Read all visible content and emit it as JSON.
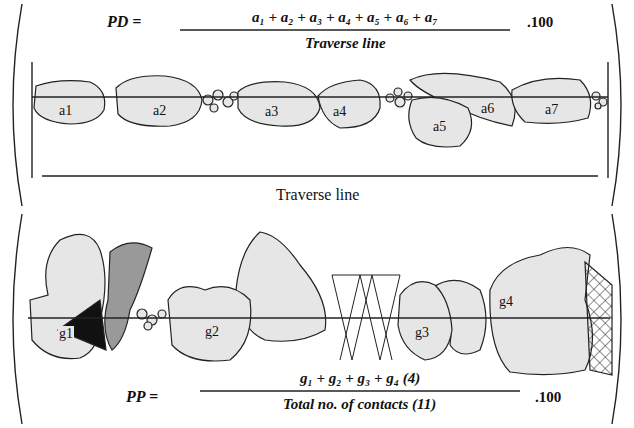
{
  "diagram": {
    "labels": [
      "PD =",
      "a₁ + a₂ + a₃ + a₄ + a₅ + a₆ + a₇",
      "Traverse line",
      ".100",
      "a1",
      "a2",
      "a3",
      "a4",
      "a5",
      "a6",
      "a7",
      "Traverse line",
      "g1",
      "g2",
      "g3",
      "g4",
      "PP =",
      "g₁ + g₂ + g₃ + g₄ (4)",
      "Total no. of contacts (11)",
      ".100"
    ]
  }
}
